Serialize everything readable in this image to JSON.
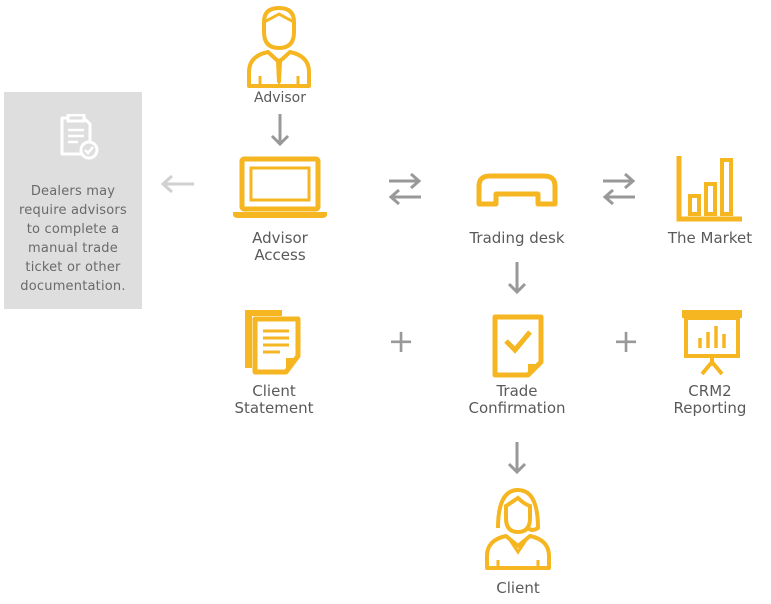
{
  "nodes": {
    "advisor": "Advisor",
    "advisor_access": "Advisor\nAccess",
    "trading_desk": "Trading desk",
    "the_market": "The Market",
    "client_statement": "Client\nStatement",
    "trade_confirmation": "Trade\nConfirmation",
    "crm2_reporting": "CRM2\nReporting",
    "client": "Client"
  },
  "side_note": "Dealers may\nrequire advisors\nto complete a\nmanual trade\nticket or other\ndocumentation.",
  "connectors": {
    "plus_left": "+",
    "plus_right": "+"
  },
  "colors": {
    "accent": "#f5b621",
    "arrow": "#999999",
    "arrow_faded": "#d0d0d0",
    "note_bg": "#dedede",
    "text": "#5a5a5a"
  },
  "icons": [
    "advisor-person-icon",
    "laptop-icon",
    "phone-handset-icon",
    "bar-chart-icon",
    "documents-icon",
    "checked-document-icon",
    "presentation-board-icon",
    "client-person-icon",
    "clipboard-check-icon"
  ]
}
